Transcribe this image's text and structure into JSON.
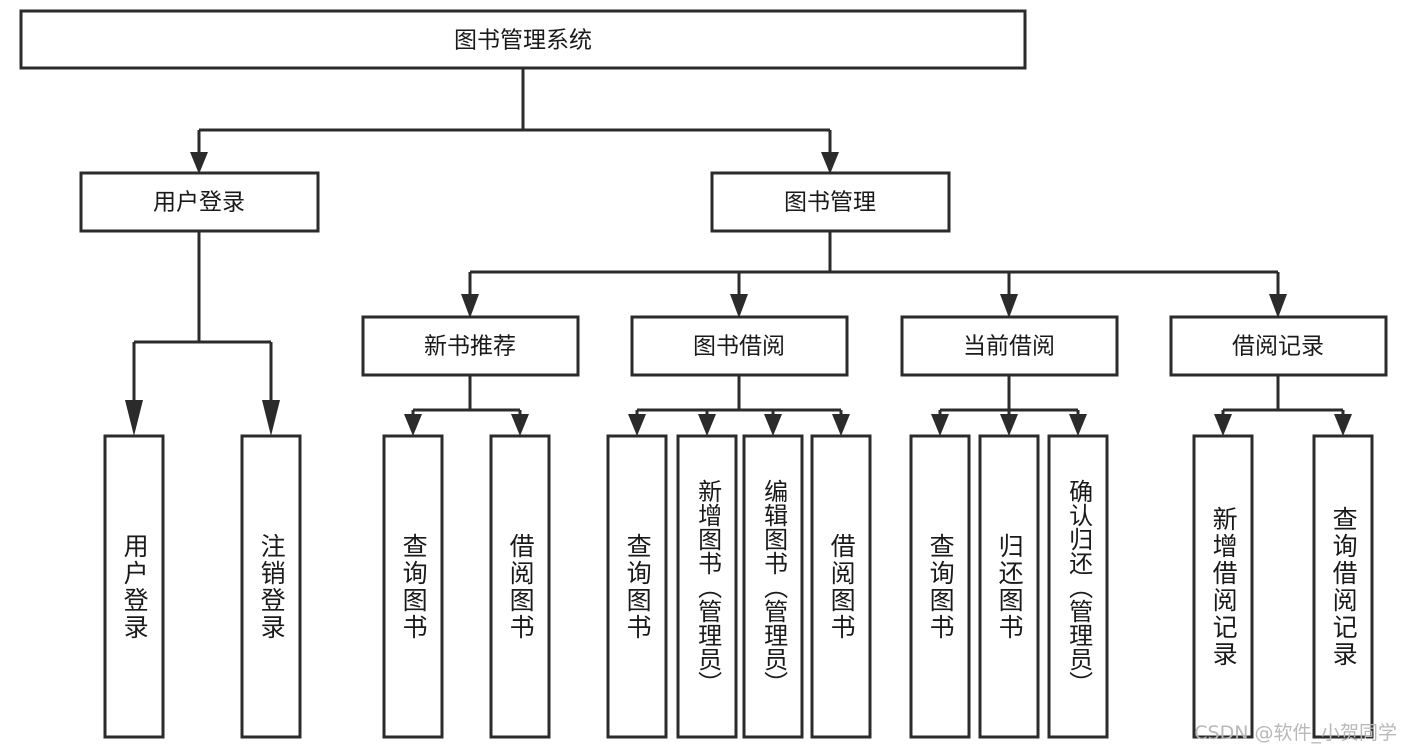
{
  "diagram": {
    "type": "tree-hierarchy",
    "title": "图书管理系统",
    "watermark": "CSDN @软件_小贺同学",
    "colors": {
      "stroke": "#2b2b2b",
      "fill": "#ffffff",
      "text": "#1a1a1a",
      "watermark": "#b8b8b8",
      "background": "#ffffff"
    },
    "levels": {
      "root": {
        "label": "图书管理系统"
      },
      "level2": [
        {
          "label": "用户登录"
        },
        {
          "label": "图书管理"
        }
      ],
      "level3": [
        {
          "label": "新书推荐"
        },
        {
          "label": "图书借阅"
        },
        {
          "label": "当前借阅"
        },
        {
          "label": "借阅记录"
        }
      ]
    },
    "groups": [
      {
        "parent": "用户登录",
        "leaves": [
          {
            "label": "用户登录"
          },
          {
            "label": "注销登录"
          }
        ]
      },
      {
        "parent": "新书推荐",
        "leaves": [
          {
            "label": "查询图书"
          },
          {
            "label": "借阅图书"
          }
        ]
      },
      {
        "parent": "图书借阅",
        "leaves": [
          {
            "label": "查询图书"
          },
          {
            "label": "新增图书（管理员）"
          },
          {
            "label": "编辑图书（管理员）"
          },
          {
            "label": "借阅图书"
          }
        ]
      },
      {
        "parent": "当前借阅",
        "leaves": [
          {
            "label": "查询图书"
          },
          {
            "label": "归还图书"
          },
          {
            "label": "确认归还（管理员）"
          }
        ]
      },
      {
        "parent": "借阅记录",
        "leaves": [
          {
            "label": "新增借阅记录"
          },
          {
            "label": "查询借阅记录"
          }
        ]
      }
    ]
  }
}
